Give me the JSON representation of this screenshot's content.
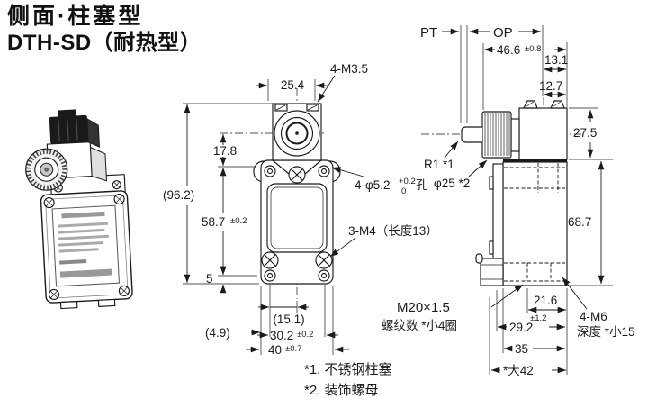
{
  "colors": {
    "ink": "#1a1a1a",
    "background": "#ffffff"
  },
  "title": {
    "line1": "侧面·柱塞型",
    "line2": "DTH-SD（耐热型）"
  },
  "front_view": {
    "screw_label": "4-M3.5",
    "dim_25_4": "25.4",
    "dim_17_8": "17.8",
    "dim_96_2": "(96.2)",
    "dim_58_7": "58.7",
    "dim_58_7_tol": "±0.2",
    "dim_5": "5",
    "hole_label": "4-φ5.2",
    "hole_tol_plus": "+0.2",
    "hole_tol_minus": "0",
    "hole_char": "孔",
    "thread_label": "3-M4（长度13）",
    "dim_15_1": "(15.1)",
    "dim_30_2": "30.2",
    "dim_30_2_tol": "±0.2",
    "dim_40": "40",
    "dim_40_tol": "±0.7",
    "dim_4_9": "(4.9)"
  },
  "side_view": {
    "pt_label": "PT",
    "op_label": "OP",
    "dim_46_6": "46.6",
    "dim_46_6_tol": "±0.8",
    "dim_13_1": "13.1",
    "dim_12_7": "12.7",
    "dim_27_5": "27.5",
    "dim_68_7": "68.7",
    "plunger_note": "R1 *1",
    "nut_note": "φ25 *2",
    "dim_21_6": "21.6",
    "dim_29_2": "29.2",
    "dim_29_2_tol": "±1.2",
    "dim_35": "35",
    "dim_42": "*大42",
    "conduit_line1": "M20×1.5",
    "conduit_line2": "螺纹数 *小4圈",
    "screws_line1": "4-M6",
    "screws_line2": "深度 *小15"
  },
  "footnotes": {
    "note1": "*1. 不锈钢柱塞",
    "note2": "*2. 装饰螺母"
  }
}
